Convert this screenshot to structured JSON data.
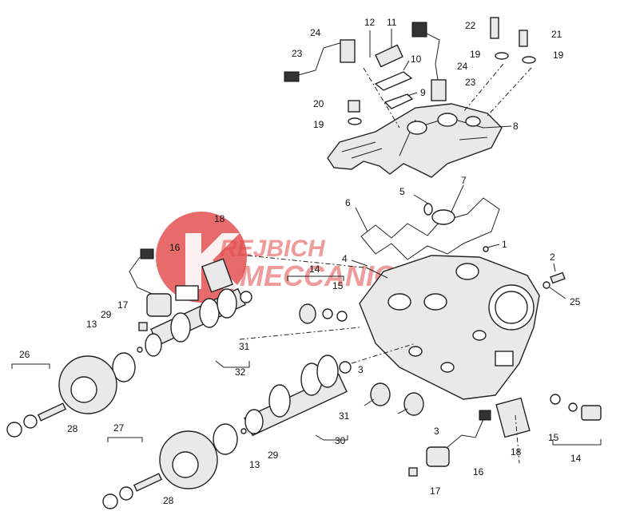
{
  "watermark": {
    "line1": "REJBICH",
    "line2": "MECCANICS",
    "color": "#e24a4a"
  },
  "labels": {
    "n1": "1",
    "n2": "2",
    "n3a": "3",
    "n3b": "3",
    "n4": "4",
    "n5": "5",
    "n6": "6",
    "n7": "7",
    "n8": "8",
    "n9": "9",
    "n10": "10",
    "n11": "11",
    "n12": "12",
    "n13a": "13",
    "n13b": "13",
    "n14a": "14",
    "n14b": "14",
    "n15a": "15",
    "n15b": "15",
    "n16a": "16",
    "n16b": "16",
    "n17a": "17",
    "n17b": "17",
    "n18a": "18",
    "n18b": "18",
    "n19a": "19",
    "n19b": "19",
    "n19c": "19",
    "n20": "20",
    "n21": "21",
    "n22": "22",
    "n23a": "23",
    "n23b": "23",
    "n24a": "24",
    "n24b": "24",
    "n25": "25",
    "n26": "26",
    "n27": "27",
    "n28a": "28",
    "n28b": "28",
    "n29a": "29",
    "n29b": "29",
    "n30": "30",
    "n31a": "31",
    "n31b": "31",
    "n32": "32"
  }
}
